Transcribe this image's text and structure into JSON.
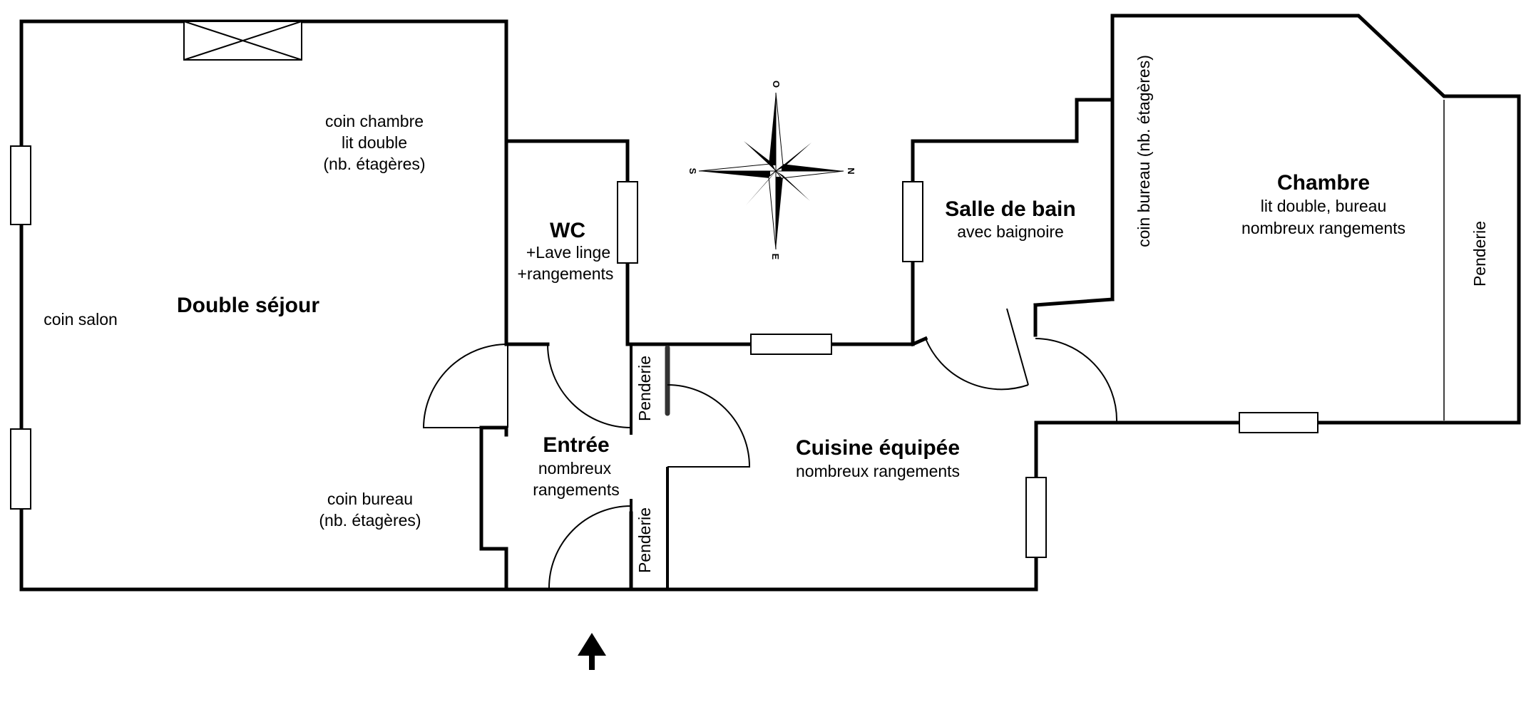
{
  "rooms": {
    "sejour": {
      "title": "Double séjour",
      "coin_chambre": [
        "coin chambre",
        "lit double",
        "(nb. étagères)"
      ],
      "coin_salon": "coin salon",
      "coin_bureau": [
        "coin bureau",
        "(nb. étagères)"
      ]
    },
    "wc": {
      "title": "WC",
      "lines": [
        "+Lave linge",
        "+rangements"
      ]
    },
    "entree": {
      "title": "Entrée",
      "lines": [
        "nombreux",
        "rangements"
      ],
      "penderie_top": "Penderie",
      "penderie_bottom": "Penderie"
    },
    "cuisine": {
      "title": "Cuisine équipée",
      "lines": [
        "nombreux rangements"
      ]
    },
    "salle_de_bain": {
      "title": "Salle de bain",
      "lines": [
        "avec baignoire"
      ]
    },
    "chambre": {
      "title": "Chambre",
      "lines": [
        "lit double, bureau",
        "nombreux rangements"
      ],
      "coin_bureau": "coin bureau (nb. étagères)",
      "penderie": "Penderie"
    }
  },
  "compass": {
    "n": "N",
    "s": "S",
    "e": "E",
    "o": "O"
  }
}
